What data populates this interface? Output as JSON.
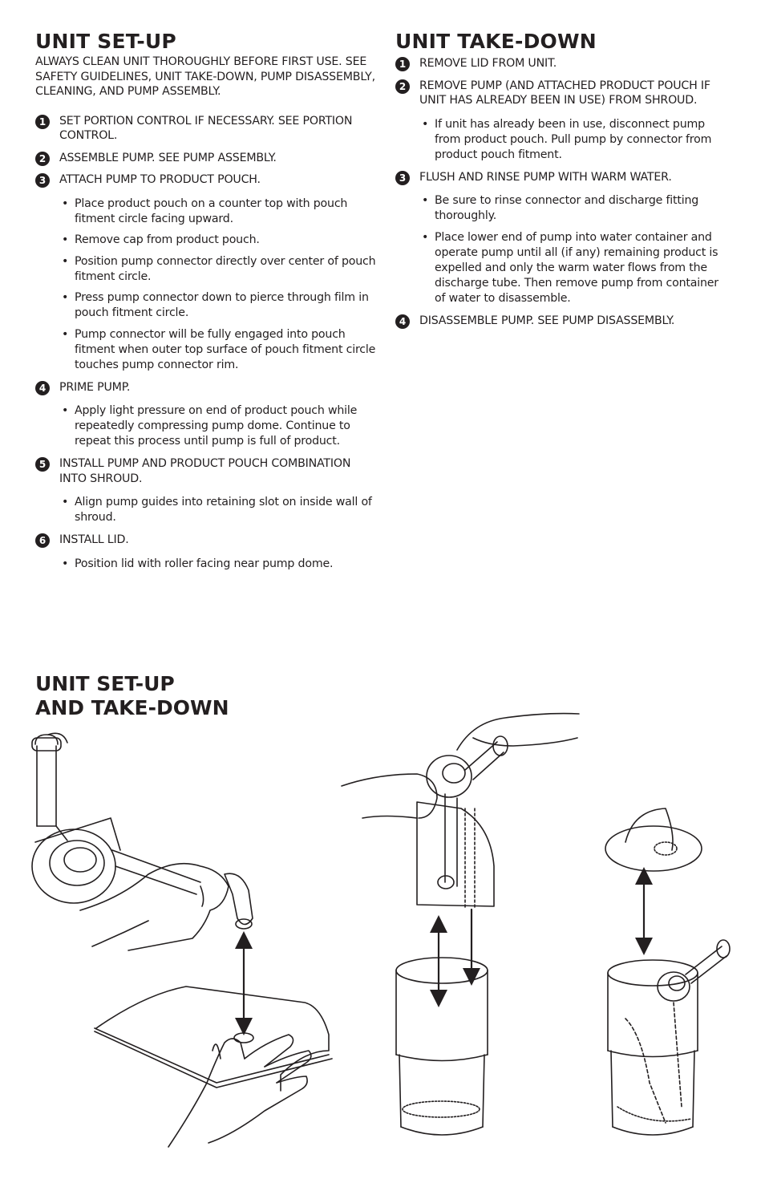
{
  "setup": {
    "title": "UNIT SET-UP",
    "intro": "ALWAYS CLEAN UNIT THOROUGHLY BEFORE FIRST USE. SEE SAFETY GUIDELINES, UNIT TAKE-DOWN, PUMP DISASSEMBLY, CLEANING, AND PUMP ASSEMBLY.",
    "steps": [
      {
        "num": "1",
        "text": "SET PORTION CONTROL IF NECESSARY. SEE PORTION CONTROL.",
        "bullets": []
      },
      {
        "num": "2",
        "text": "ASSEMBLE PUMP. SEE PUMP ASSEMBLY.",
        "bullets": []
      },
      {
        "num": "3",
        "text": "ATTACH PUMP TO PRODUCT POUCH.",
        "bullets": [
          "Place product pouch on a counter top with pouch fitment circle facing upward.",
          "Remove cap from product pouch.",
          "Position pump connector directly over center of pouch fitment circle.",
          "Press pump connector down to pierce through film in pouch fitment circle.",
          "Pump connector will be fully engaged into pouch fitment when outer top surface of pouch fitment circle touches pump connector rim."
        ]
      },
      {
        "num": "4",
        "text": "PRIME PUMP.",
        "bullets": [
          "Apply light pressure on end of product pouch while repeatedly compressing pump dome. Continue to repeat this process until pump is full of product."
        ]
      },
      {
        "num": "5",
        "text": "INSTALL PUMP AND PRODUCT POUCH COMBINATION INTO SHROUD.",
        "bullets": [
          "Align pump guides into retaining slot on inside wall of shroud."
        ]
      },
      {
        "num": "6",
        "text": "INSTALL LID.",
        "bullets": [
          "Position lid with roller facing near pump dome."
        ]
      }
    ]
  },
  "takedown": {
    "title": "UNIT TAKE-DOWN",
    "steps": [
      {
        "num": "1",
        "text": "REMOVE LID FROM UNIT.",
        "bullets": []
      },
      {
        "num": "2",
        "text": "REMOVE PUMP (AND ATTACHED PRODUCT POUCH IF UNIT HAS ALREADY BEEN IN USE) FROM SHROUD.",
        "bullets": [
          "If unit has already been in use, disconnect pump from product pouch. Pull pump by connector from product pouch fitment."
        ]
      },
      {
        "num": "3",
        "text": "FLUSH AND RINSE PUMP WITH WARM WATER.",
        "bullets": [
          "Be sure to rinse connector and discharge fitting thoroughly.",
          "Place lower end of pump into water container and operate pump until all (if any) remaining product is expelled and only the warm water flows from the discharge tube. Then remove pump from container of water to disassemble."
        ]
      },
      {
        "num": "4",
        "text": "DISASSEMBLE PUMP. SEE PUMP DISASSEMBLY.",
        "bullets": []
      }
    ]
  },
  "illustration": {
    "title_line1": "UNIT SET-UP",
    "title_line2": "AND TAKE-DOWN"
  }
}
